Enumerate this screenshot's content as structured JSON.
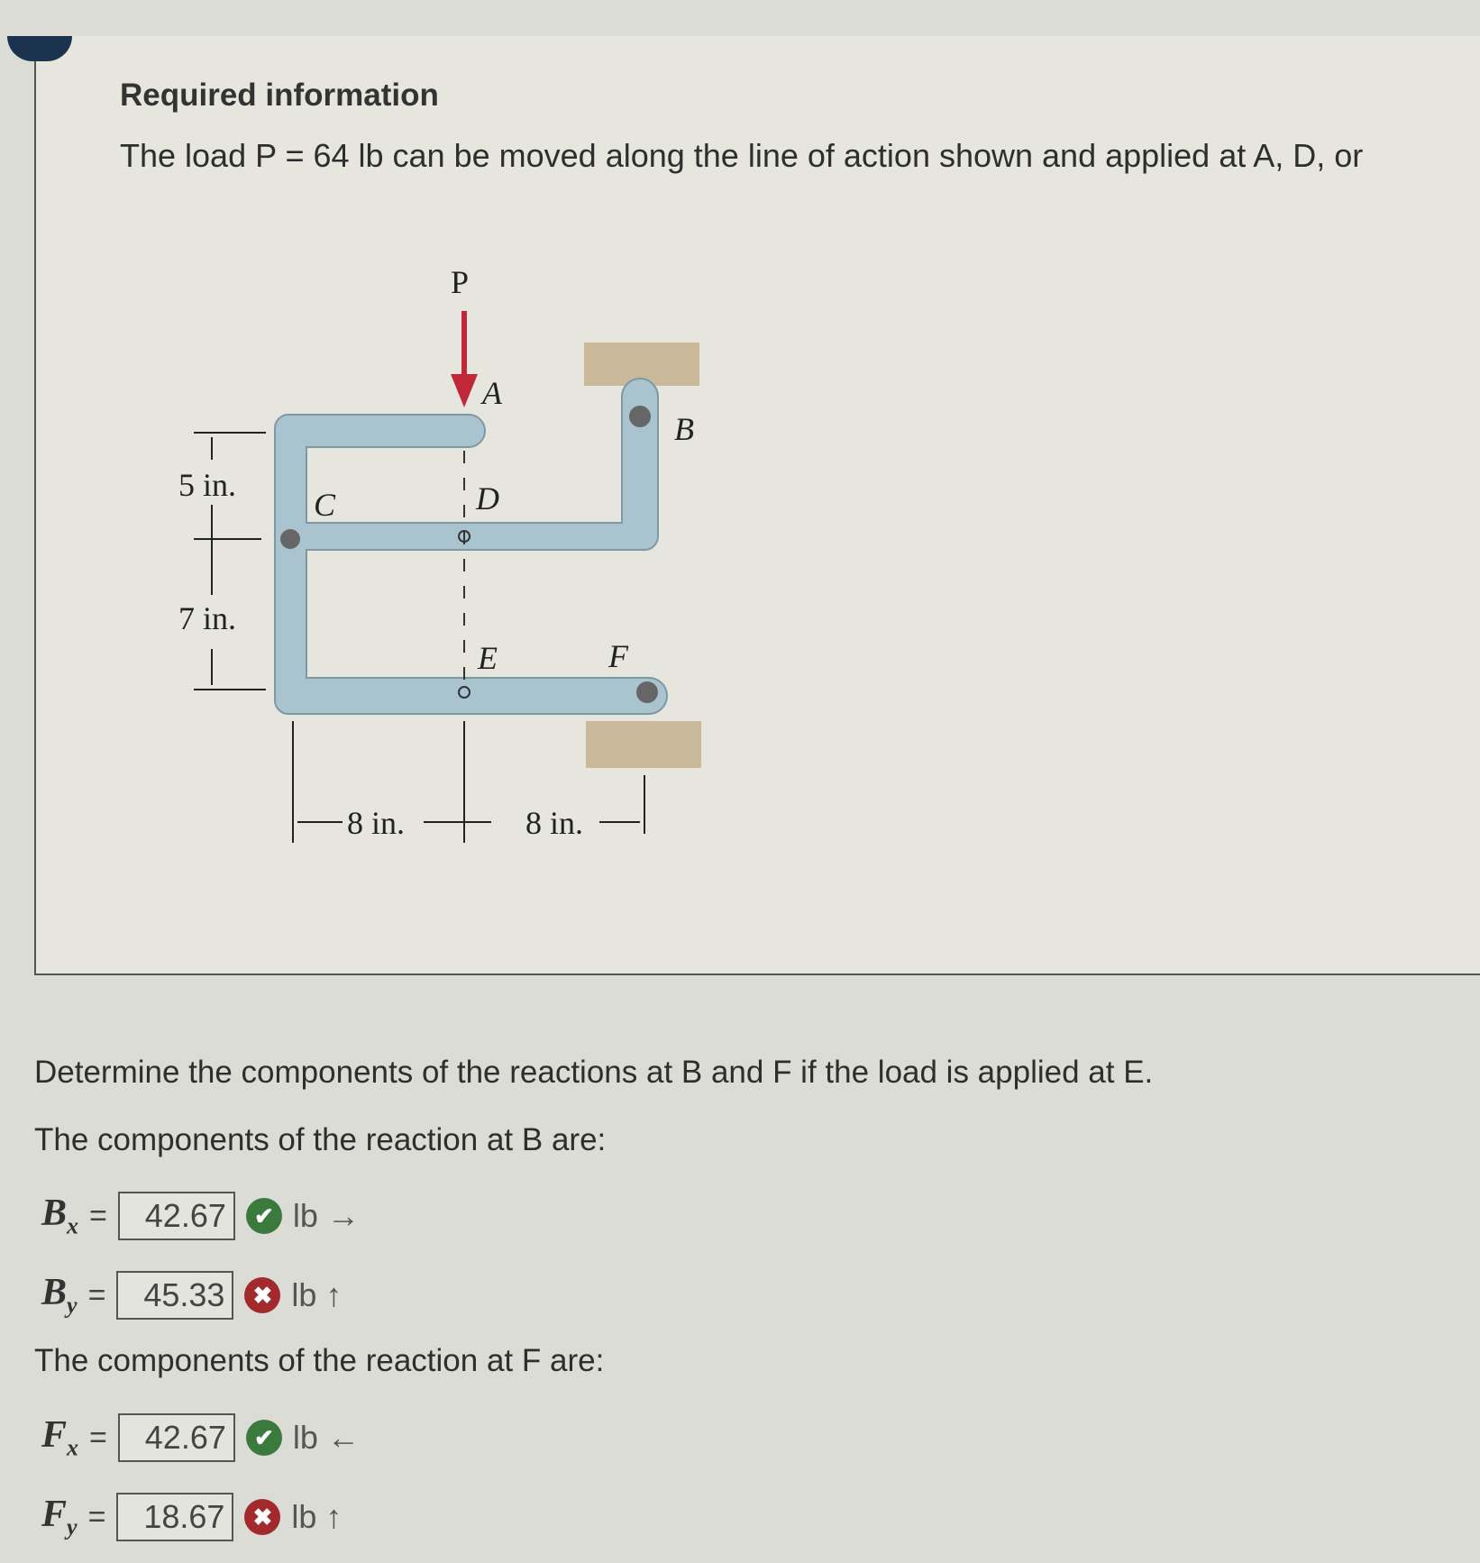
{
  "header": {
    "title": "Required information",
    "problem_text": "The load P = 64 lb can be moved along the line of action shown and applied at A, D, or"
  },
  "diagram": {
    "labels": {
      "P": "P",
      "A": "A",
      "B": "B",
      "C": "C",
      "D": "D",
      "E": "E",
      "F": "F",
      "dim_5": "5 in.",
      "dim_7": "7 in.",
      "dim_8a": "8 in.",
      "dim_8b": "8 in."
    },
    "load_color": "#c0283a",
    "member_color": "#a9c4cf"
  },
  "question": {
    "prompt": "Determine the components of the reactions at B and F if the load is applied at E.",
    "b_heading": "The components of the reaction at B are:",
    "f_heading": "The components of the reaction at F are:"
  },
  "answers": [
    {
      "symbol": "B",
      "sub": "x",
      "value": "42.67",
      "status": "correct",
      "status_icon": "check-icon",
      "unit": "lb →"
    },
    {
      "symbol": "B",
      "sub": "y",
      "value": "45.33",
      "status": "incorrect",
      "status_icon": "x-icon",
      "unit": "lb ↑"
    },
    {
      "symbol": "F",
      "sub": "x",
      "value": "42.67",
      "status": "correct",
      "status_icon": "check-icon",
      "unit": "lb ←"
    },
    {
      "symbol": "F",
      "sub": "y",
      "value": "18.67",
      "status": "incorrect",
      "status_icon": "x-icon",
      "unit": "lb ↑"
    }
  ]
}
